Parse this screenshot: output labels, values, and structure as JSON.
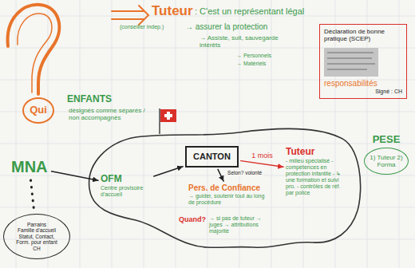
{
  "diagram": {
    "nodes": [
      {
        "text": [
          "Qui"
        ]
      },
      {
        "text": [
          "Déclaration de bonne pratique (SCEP)",
          "responsabilités",
          "Signé : CH"
        ]
      },
      {
        "text": [
          "MNA"
        ]
      },
      {
        "text": [
          "Parrains",
          "Famille d'accueil",
          "Statut, Contact, Form. pour enfant",
          "CH"
        ]
      },
      {
        "text": [
          "OFM",
          "Centre provisoire d'accueil"
        ]
      },
      {
        "text": [
          "CANTON"
        ]
      },
      {
        "text": [
          "Tuteur",
          "- milieu spécialisé - compétences en protection infantile - ↳ une formation et suivi pro. - contrôles de réf. par police"
        ]
      },
      {
        "text": [
          "Pers. de Confiance",
          "→ guider, soutenir tout au long de procédure"
        ]
      },
      {
        "text": [
          "PESE",
          "1) Tuteur 2) Forma"
        ]
      }
    ],
    "edges": [
      {
        "from": 2,
        "to": 4,
        "arrow": "to"
      },
      {
        "from": 4,
        "to": 5,
        "arrow": "to"
      },
      {
        "from": 5,
        "to": 6,
        "label": "1 mois",
        "arrow": "to"
      },
      {
        "from": 5,
        "to": 7,
        "label": "Selon? volonté",
        "arrow": "to"
      },
      {
        "from": 2,
        "to": 3,
        "arrow": "none"
      }
    ],
    "labels": [
      "Tuteur",
      ": C'est un représentant légal",
      "(conseiller indep.)",
      "→ assurer la protection",
      "→ Assiste, suit, sauvegarde intérêts",
      "→ Personnels",
      "→ Matériels",
      "ENFANTS",
      "désignés comme séparés / non accompagnés",
      "Quand?",
      "→ si pas de tuteur → juges → attributions majorité"
    ]
  }
}
